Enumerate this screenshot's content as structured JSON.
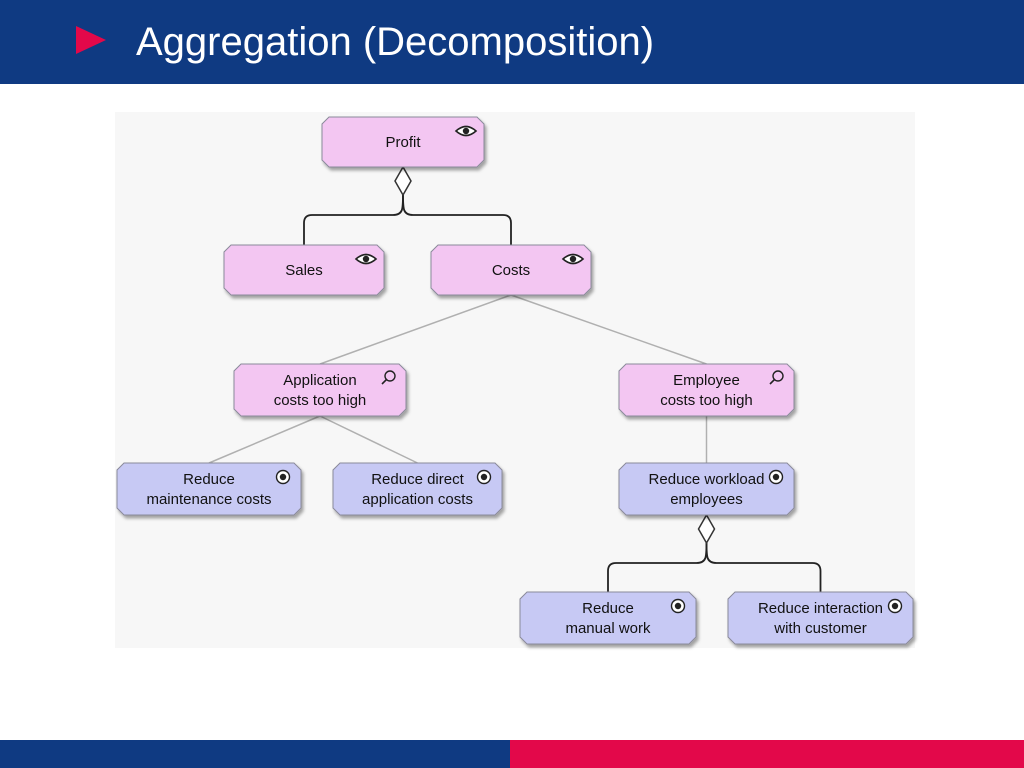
{
  "slide": {
    "title": "Aggregation (Decomposition)"
  },
  "colors": {
    "header": "#0f3a82",
    "bullet": "#e3084a",
    "footer_left": "#0f3a82",
    "footer_right": "#e3084a",
    "driver_fill": "#f3c6f2",
    "goal_fill": "#c7c9f4"
  },
  "diagram": {
    "nodes": [
      {
        "id": "profit",
        "lines": [
          "Profit"
        ],
        "kind": "driver",
        "icon": "eye-icon"
      },
      {
        "id": "sales",
        "lines": [
          "Sales"
        ],
        "kind": "driver",
        "icon": "eye-icon"
      },
      {
        "id": "costs",
        "lines": [
          "Costs"
        ],
        "kind": "driver",
        "icon": "eye-icon"
      },
      {
        "id": "app-costs",
        "lines": [
          "Application",
          "costs too high"
        ],
        "kind": "assessment",
        "icon": "magnifier-icon"
      },
      {
        "id": "emp-costs",
        "lines": [
          "Employee",
          "costs too high"
        ],
        "kind": "assessment",
        "icon": "magnifier-icon"
      },
      {
        "id": "reduce-maint",
        "lines": [
          "Reduce",
          "maintenance costs"
        ],
        "kind": "goal",
        "icon": "target-icon"
      },
      {
        "id": "reduce-direct",
        "lines": [
          "Reduce direct",
          "application costs"
        ],
        "kind": "goal",
        "icon": "target-icon"
      },
      {
        "id": "reduce-workload",
        "lines": [
          "Reduce workload",
          "employees"
        ],
        "kind": "goal",
        "icon": "target-icon"
      },
      {
        "id": "reduce-manual",
        "lines": [
          "Reduce",
          "manual work"
        ],
        "kind": "goal",
        "icon": "target-icon"
      },
      {
        "id": "reduce-interaction",
        "lines": [
          "Reduce interaction",
          "with customer"
        ],
        "kind": "goal",
        "icon": "target-icon"
      }
    ],
    "relations": [
      {
        "from": "profit",
        "to": "sales",
        "type": "aggregation"
      },
      {
        "from": "profit",
        "to": "costs",
        "type": "aggregation"
      },
      {
        "from": "costs",
        "to": "app-costs",
        "type": "association"
      },
      {
        "from": "costs",
        "to": "emp-costs",
        "type": "association"
      },
      {
        "from": "app-costs",
        "to": "reduce-maint",
        "type": "association"
      },
      {
        "from": "app-costs",
        "to": "reduce-direct",
        "type": "association"
      },
      {
        "from": "emp-costs",
        "to": "reduce-workload",
        "type": "association"
      },
      {
        "from": "reduce-workload",
        "to": "reduce-manual",
        "type": "aggregation"
      },
      {
        "from": "reduce-workload",
        "to": "reduce-interaction",
        "type": "aggregation"
      }
    ]
  }
}
